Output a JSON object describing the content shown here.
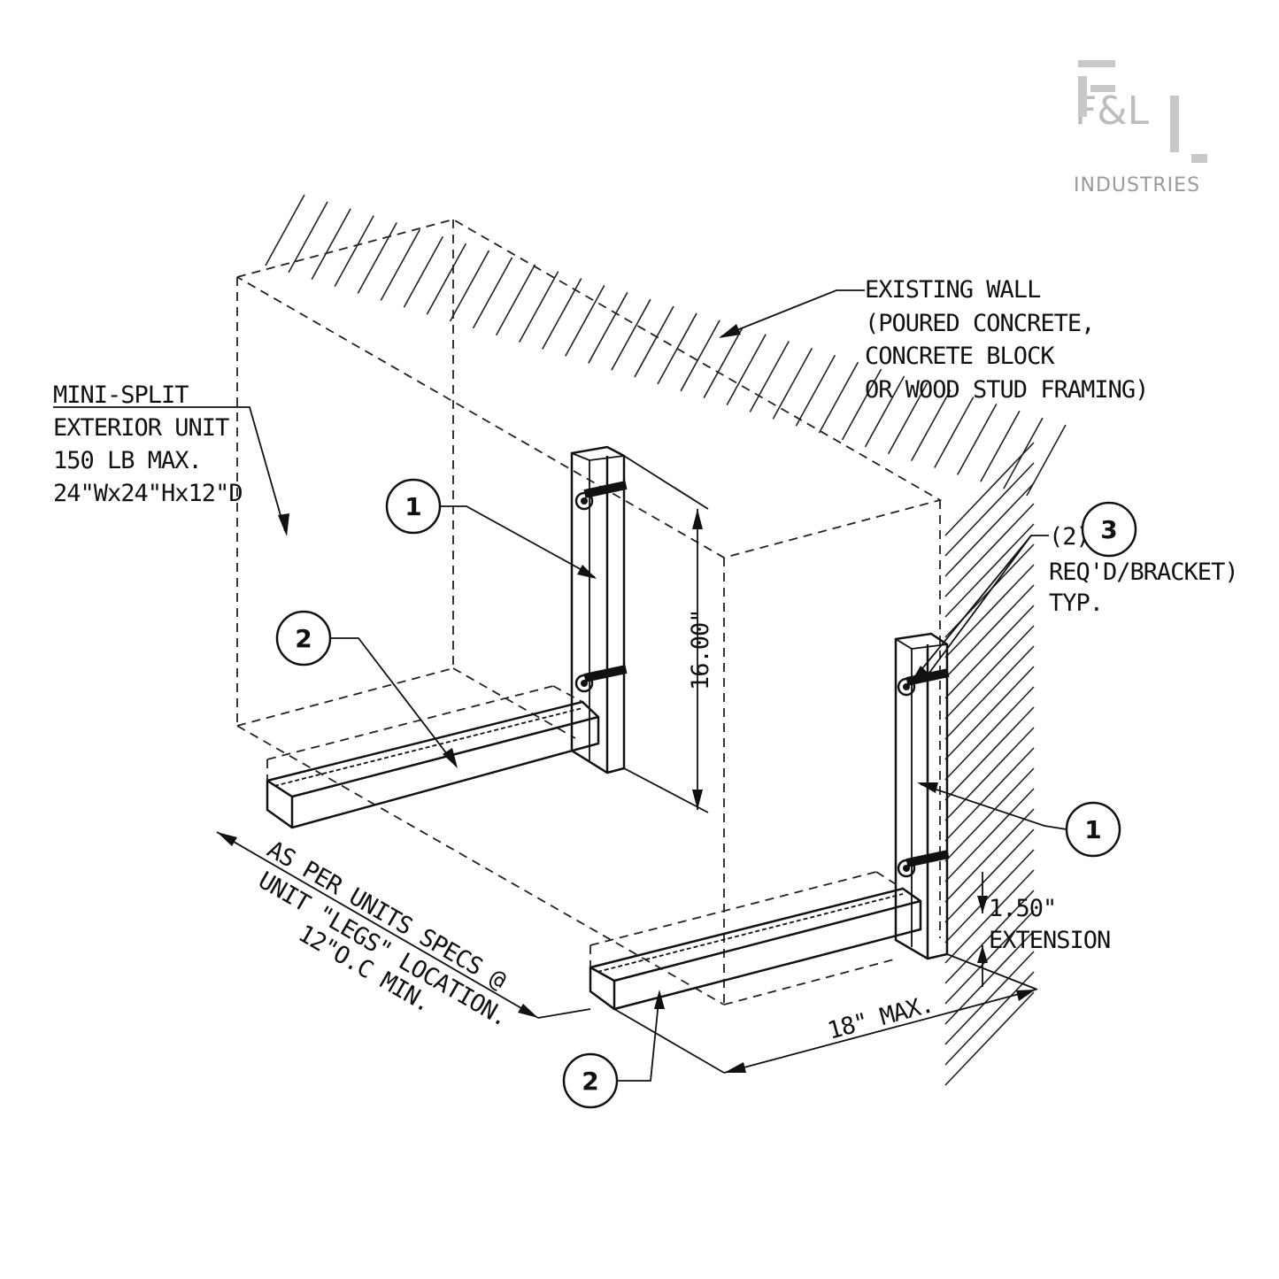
{
  "logo": {
    "mark": "F&L",
    "subtitle": "INDUSTRIES"
  },
  "labels": {
    "unit_line1": "MINI-SPLIT",
    "unit_line2": "EXTERIOR UNIT",
    "unit_line3": "150 LB MAX.",
    "unit_line4": "24\"Wx24\"Hx12\"D",
    "wall_line1": "EXISTING WALL",
    "wall_line2": "(POURED CONCRETE,",
    "wall_line3": "CONCRETE BLOCK",
    "wall_line4": "OR WOOD STUD FRAMING)",
    "bolt_line1_prefix": "(2)",
    "bolt_line2": "REQ'D/BRACKET)",
    "bolt_line3": "TYP.",
    "height_dim": "16.00\"",
    "extension_dim": "1.50\"",
    "extension_label": "EXTENSION",
    "depth_dim": "18\" MAX.",
    "spacing_line1": "AS PER UNITS SPECS @",
    "spacing_line2": "UNIT \"LEGS\" LOCATION.",
    "spacing_line3": "12\"O.C MIN."
  },
  "callouts": {
    "upright_left": "1",
    "upright_right": "1",
    "arm_left": "2",
    "arm_front": "2",
    "bolt": "3"
  }
}
